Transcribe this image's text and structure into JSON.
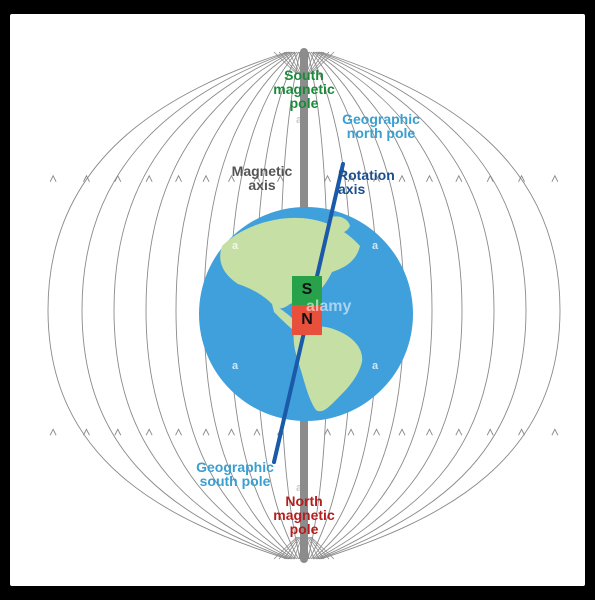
{
  "labels": {
    "south_magnetic_pole": [
      "South",
      "magnetic",
      "pole"
    ],
    "geographic_north_pole": [
      "Geographic",
      "north pole"
    ],
    "magnetic_axis": [
      "Magnetic",
      "axis"
    ],
    "rotation_axis": [
      "Rotation",
      "axis"
    ],
    "geographic_south_pole": [
      "Geographic",
      "south pole"
    ],
    "north_magnetic_pole": [
      "North",
      "magnetic",
      "pole"
    ]
  },
  "magnet": {
    "top_letter": "S",
    "bottom_letter": "N"
  },
  "watermark": {
    "glyph": "a",
    "center_text": "alamy"
  },
  "colors": {
    "green_label": "#1a8a3a",
    "light_blue_label": "#3a9fd0",
    "dark_blue_label": "#1a4f8f",
    "gray_label": "#555555",
    "red_label": "#b41e1e",
    "ocean": "#3fa0dc",
    "land": "#c6dfa4",
    "field_line": "#8a8a8a",
    "rotation_axis": "#1a5aa8",
    "magnetic_axis": "#8c8c8c",
    "magnet_south": "#27a24a",
    "magnet_north": "#e8503c"
  }
}
